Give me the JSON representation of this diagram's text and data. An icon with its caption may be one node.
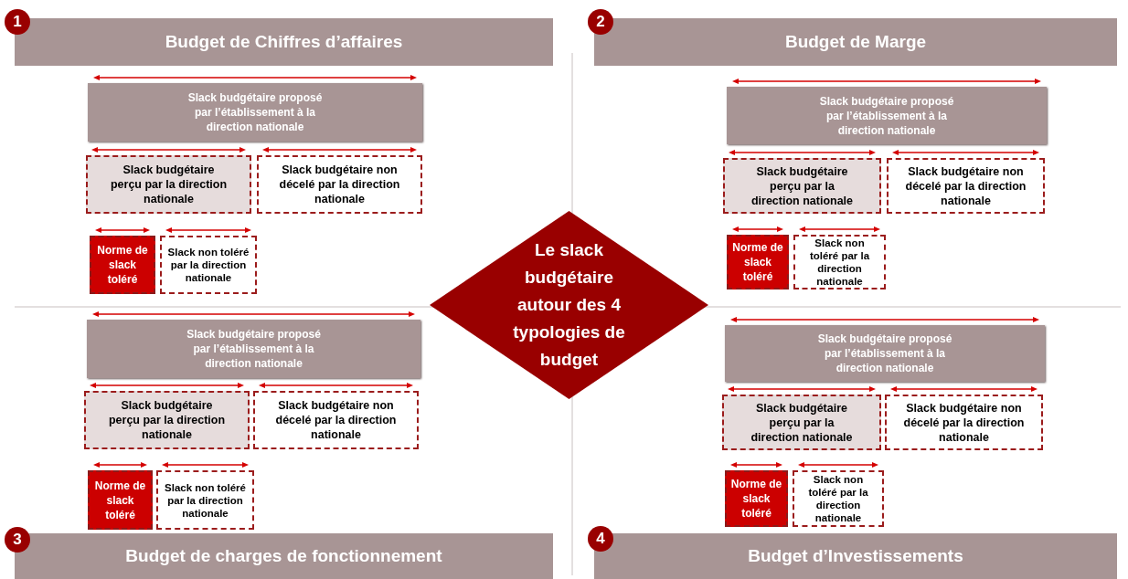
{
  "diagram": {
    "nodes": [
      {
        "text": [
          "1"
        ]
      },
      {
        "text": [
          "Budget de Chiffres d’affaires"
        ]
      },
      {
        "text": [
          "Slack budgétaire proposé par l’établissement à la direction nationale"
        ]
      },
      {
        "text": [
          "Slack budgétaire perçu par la direction nationale"
        ]
      },
      {
        "text": [
          "Slack budgétaire non décelé par la direction nationale"
        ]
      },
      {
        "text": [
          "Norme de slack toléré"
        ]
      },
      {
        "text": [
          "Slack non toléré par la direction nationale"
        ]
      },
      {
        "text": [
          "2"
        ]
      },
      {
        "text": [
          "Budget de Marge"
        ]
      },
      {
        "text": [
          "Slack budgétaire proposé par l’établissement à la direction nationale"
        ]
      },
      {
        "text": [
          "Slack budgétaire perçu par la direction nationale"
        ]
      },
      {
        "text": [
          "Slack budgétaire non décelé par la direction nationale"
        ]
      },
      {
        "text": [
          "Norme de slack toléré"
        ]
      },
      {
        "text": [
          "Slack non toléré par la direction nationale"
        ]
      },
      {
        "text": [
          "Le slack budgétaire autour des 4 typologies de budget"
        ]
      },
      {
        "text": [
          "Slack budgétaire proposé par l’établissement à la direction nationale"
        ]
      },
      {
        "text": [
          "Slack budgétaire perçu par la direction nationale"
        ]
      },
      {
        "text": [
          "Slack budgétaire non décelé par la direction nationale"
        ]
      },
      {
        "text": [
          "Norme de slack toléré"
        ]
      },
      {
        "text": [
          "Slack non toléré par la direction nationale"
        ]
      },
      {
        "text": [
          "3"
        ]
      },
      {
        "text": [
          "Budget de charges de fonctionnement"
        ]
      },
      {
        "text": [
          "Slack budgétaire proposé par l’établissement à la direction nationale"
        ]
      },
      {
        "text": [
          "Slack budgétaire perçu par la direction nationale"
        ]
      },
      {
        "text": [
          "Slack budgétaire non décelé par la direction nationale"
        ]
      },
      {
        "text": [
          "Norme de slack toléré"
        ]
      },
      {
        "text": [
          "Slack non toléré par la direction nationale"
        ]
      },
      {
        "text": [
          "4"
        ]
      },
      {
        "text": [
          "Budget d’Investissements"
        ]
      }
    ],
    "edges": []
  }
}
